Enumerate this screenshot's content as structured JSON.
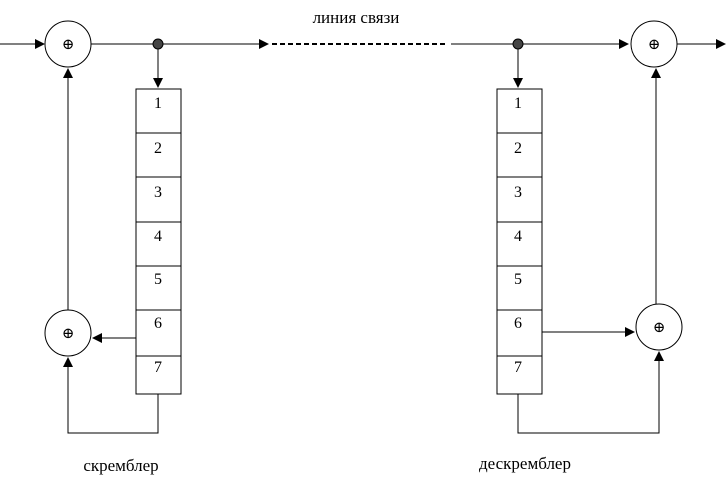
{
  "title": "линия связи",
  "scrambler": {
    "label": "скремблер",
    "cells": [
      "1",
      "2",
      "3",
      "4",
      "5",
      "6",
      "7"
    ]
  },
  "descrambler": {
    "label": "дескремблер",
    "cells": [
      "1",
      "2",
      "3",
      "4",
      "5",
      "6",
      "7"
    ]
  },
  "xor_symbol": "⊕"
}
